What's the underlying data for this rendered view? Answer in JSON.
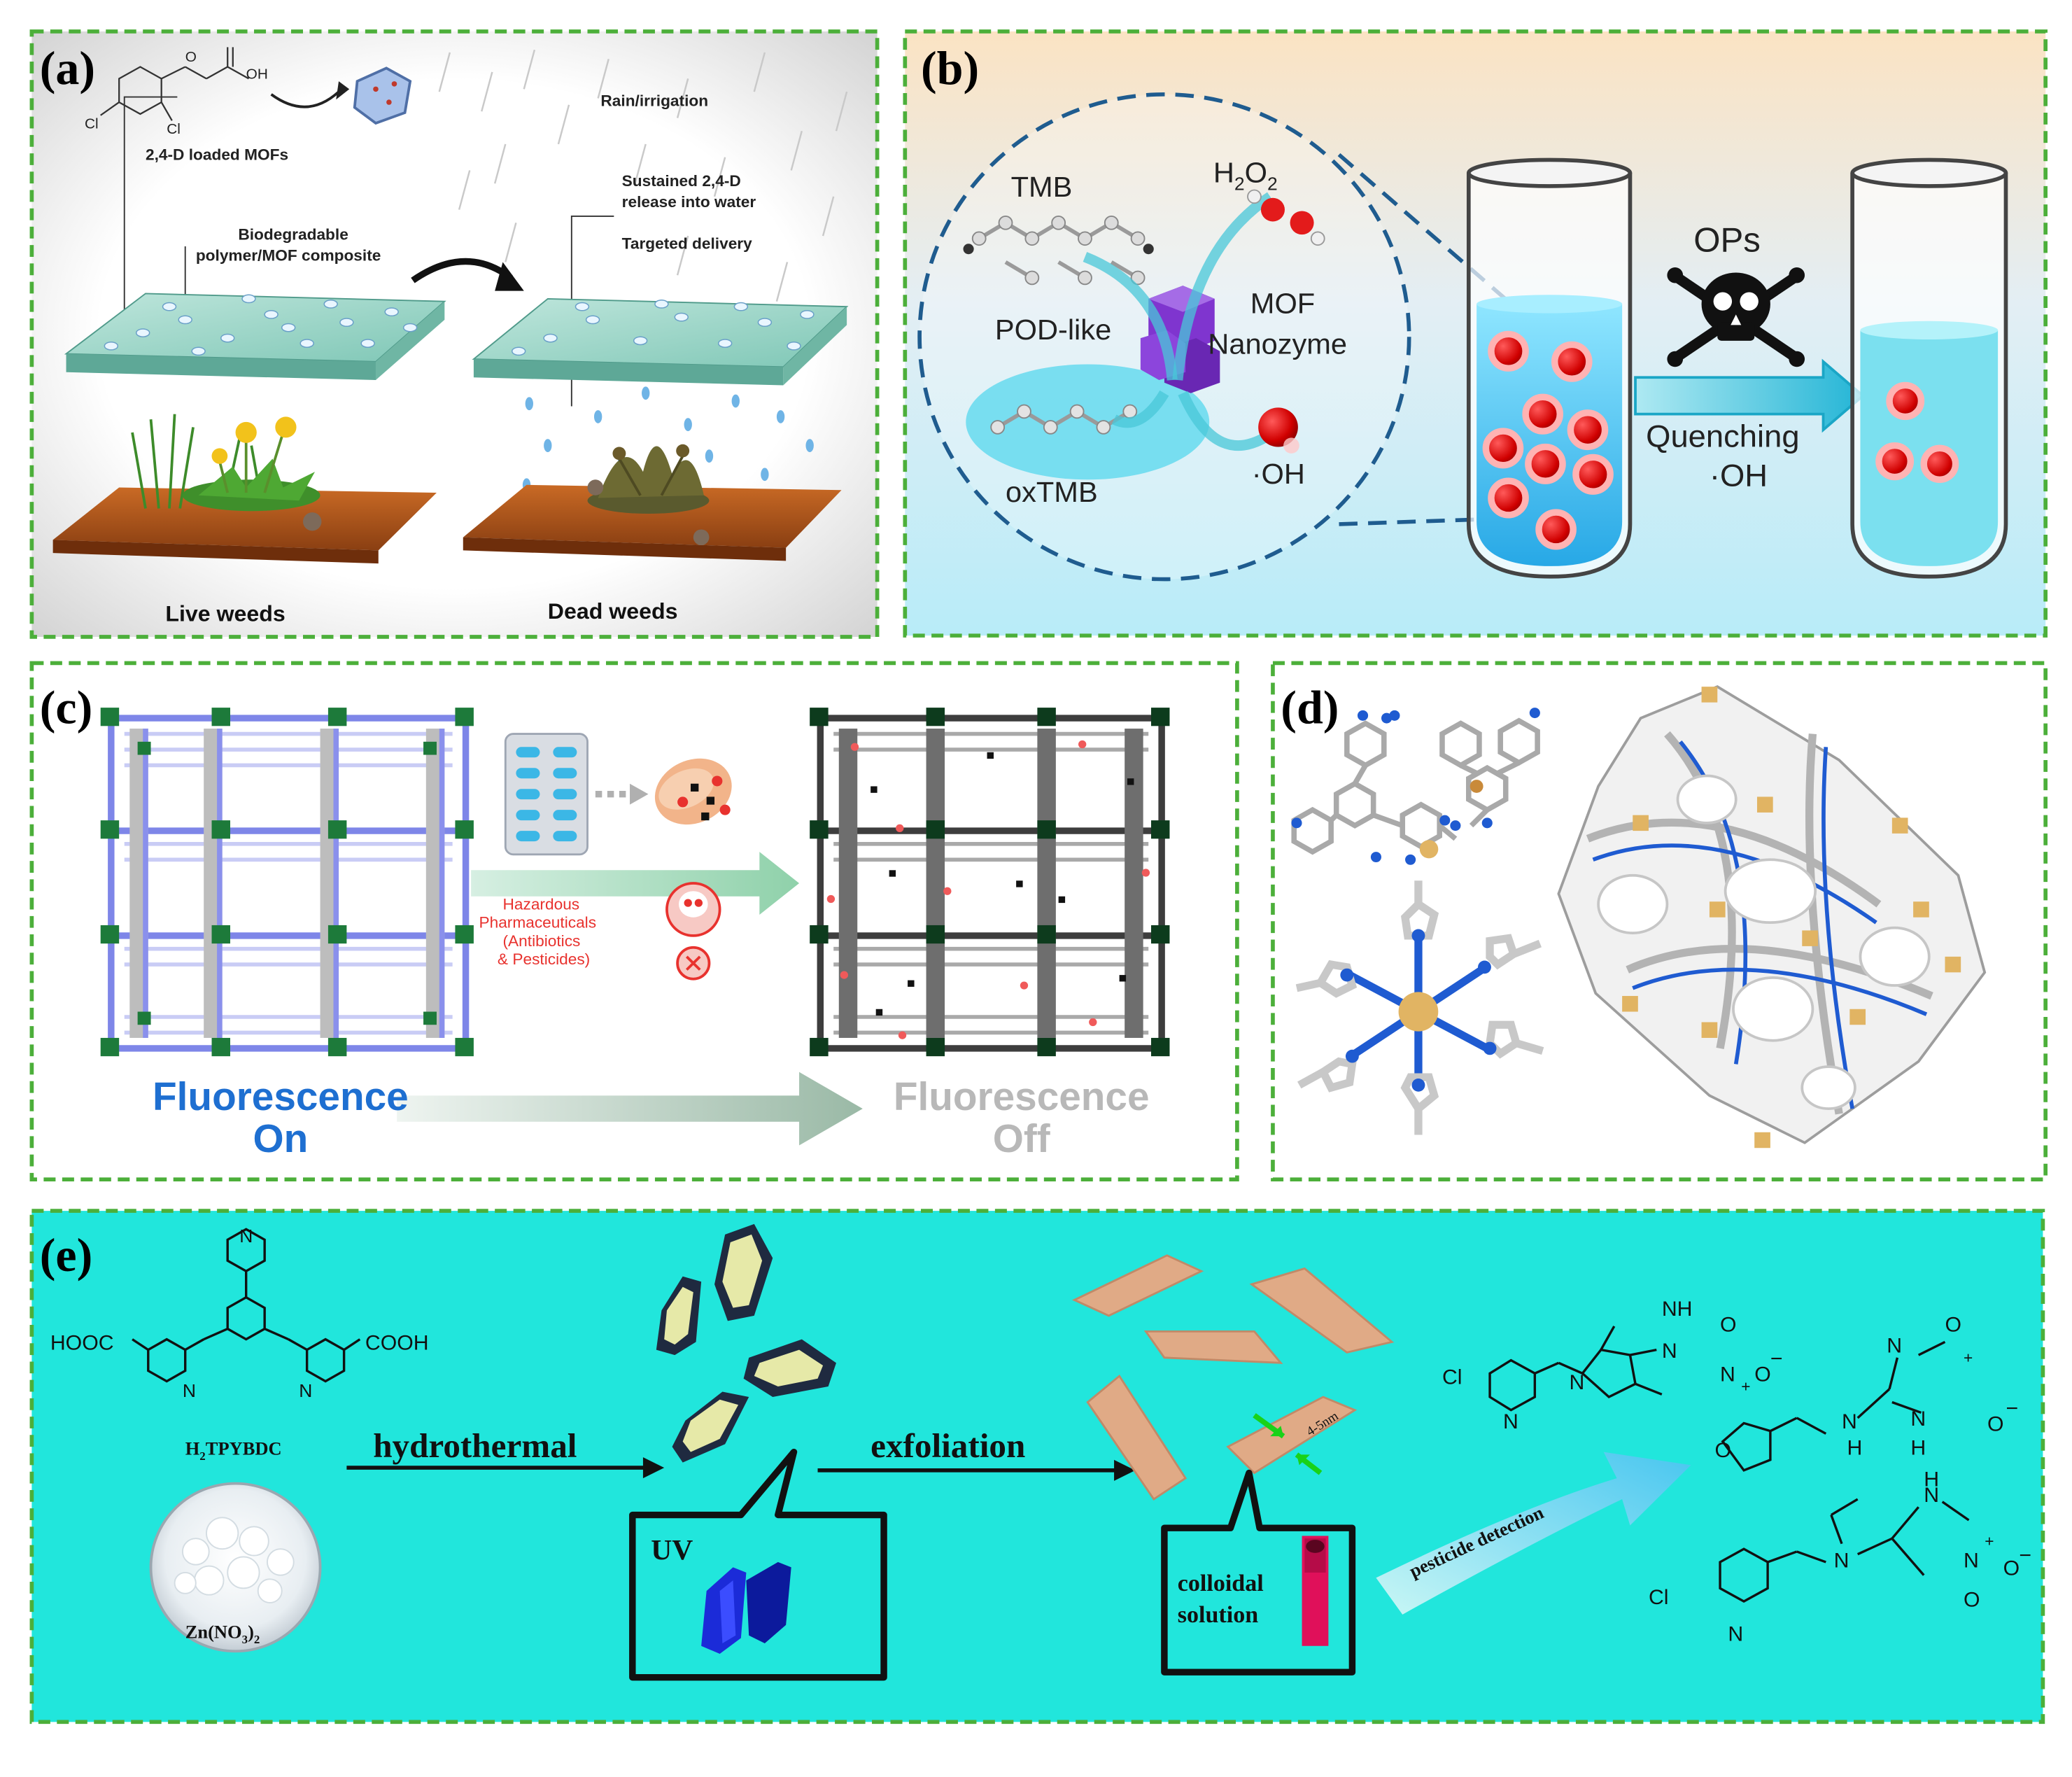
{
  "panels": {
    "a": {
      "letter": "(a)",
      "mof_label": "2,4-D loaded MOFs",
      "composite_label_1": "Biodegradable",
      "composite_label_2": "polymer/MOF composite",
      "rain_label": "Rain/irrigation",
      "release_label_1": "Sustained 2,4-D",
      "release_label_2": "release into water",
      "targeted_label": "Targeted delivery",
      "live_label": "Live weeds",
      "dead_label": "Dead weeds",
      "molecule_atoms": [
        "Cl",
        "Cl",
        "O",
        "OH"
      ]
    },
    "b": {
      "letter": "(b)",
      "tmb": "TMB",
      "h2o2": "H",
      "h2o2_sub_1": "2",
      "h2o2_o": "O",
      "h2o2_sub_2": "2",
      "pod": "POD-like",
      "mof": "MOF",
      "nanozyme": "Nanozyme",
      "oxtmb": "oxTMB",
      "oh": "·OH",
      "ops": "OPs",
      "quenching": "Quenching",
      "quenching_oh": "·OH"
    },
    "c": {
      "letter": "(c)",
      "hazard_1": "Hazardous",
      "hazard_2": "Pharmaceuticals",
      "hazard_3": "(Antibiotics",
      "hazard_4": "& Pesticides)",
      "on_1": "Fluorescence",
      "on_2": "On",
      "off_1": "Fluorescence",
      "off_2": "Off"
    },
    "d": {
      "letter": "(d)"
    },
    "e": {
      "letter": "(e)",
      "hooc": "HOOC",
      "cooh": "COOH",
      "ligand_prefix": "H",
      "ligand_sub": "2",
      "ligand_name": "TPYBDC",
      "salt_prefix": "Zn(NO",
      "salt_sub_3": "3",
      "salt_close": ")",
      "salt_sub_2": "2",
      "hydrothermal": "hydrothermal",
      "exfoliation": "exfoliation",
      "uv": "UV",
      "thickness": "4-5nm",
      "colloidal_1": "colloidal",
      "colloidal_2": "solution",
      "pesticide_detection": "pesticide detection",
      "atoms": [
        "N",
        "N",
        "N",
        "Cl",
        "N",
        "N",
        "NH",
        "N",
        "N",
        "+",
        "O",
        "−",
        "O",
        "N",
        "N",
        "H",
        "H",
        "O",
        "N",
        "+",
        "O",
        "−",
        "O",
        "Cl",
        "N",
        "N",
        "N",
        "H",
        "N",
        "+",
        "O",
        "−",
        "O"
      ]
    }
  },
  "colors": {
    "border_green": "#4caf3a",
    "panel_e_bg": "#21e6dc",
    "fluorescence_on": "#1e6fd1",
    "fluorescence_off": "#b8b8b8",
    "hazard_red": "#e8322e"
  }
}
